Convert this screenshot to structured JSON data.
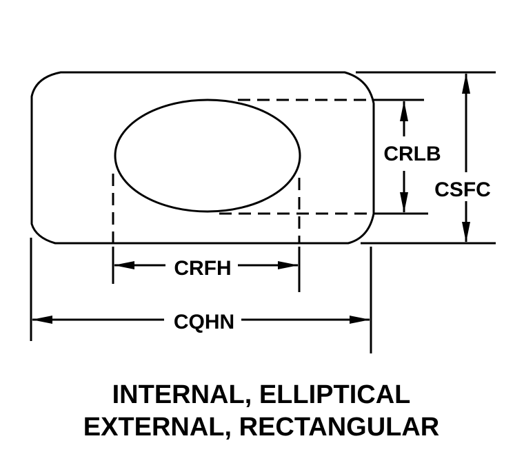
{
  "diagram": {
    "type": "dimension-drawing",
    "shape_internal": "ellipse",
    "shape_external": "rounded-rectangle",
    "line_color": "#000000",
    "background": "#ffffff"
  },
  "dimensions": {
    "inner_height": "CRLB",
    "outer_height": "CSFC",
    "inner_width": "CRFH",
    "outer_width": "CQHN"
  },
  "caption": {
    "line1": "INTERNAL, ELLIPTICAL",
    "line2": "EXTERNAL, RECTANGULAR"
  }
}
